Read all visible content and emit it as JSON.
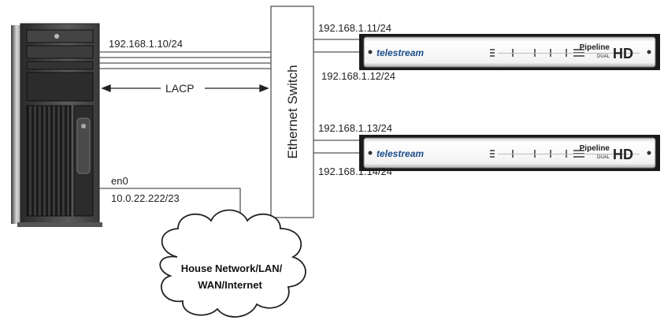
{
  "computer": {
    "bond_ip": "192.168.1.10/24",
    "lacp_label": "LACP",
    "en0_label": "en0",
    "en0_ip": "10.0.22.222/23"
  },
  "switch": {
    "label": "Ethernet Switch"
  },
  "devices": [
    {
      "brand": "telestream",
      "model_line1": "Pipeline",
      "model_line2": "DUAL",
      "model_hd": "HD",
      "ip_a": "192.168.1.11/24",
      "ip_b": "192.168.1.12/24"
    },
    {
      "brand": "telestream",
      "model_line1": "Pipeline",
      "model_line2": "DUAL",
      "model_hd": "HD",
      "ip_a": "192.168.1.13/24",
      "ip_b": "192.168.1.14/24"
    }
  ],
  "cloud": {
    "line1": "House Network/LAN/",
    "line2": "WAN/Internet"
  }
}
